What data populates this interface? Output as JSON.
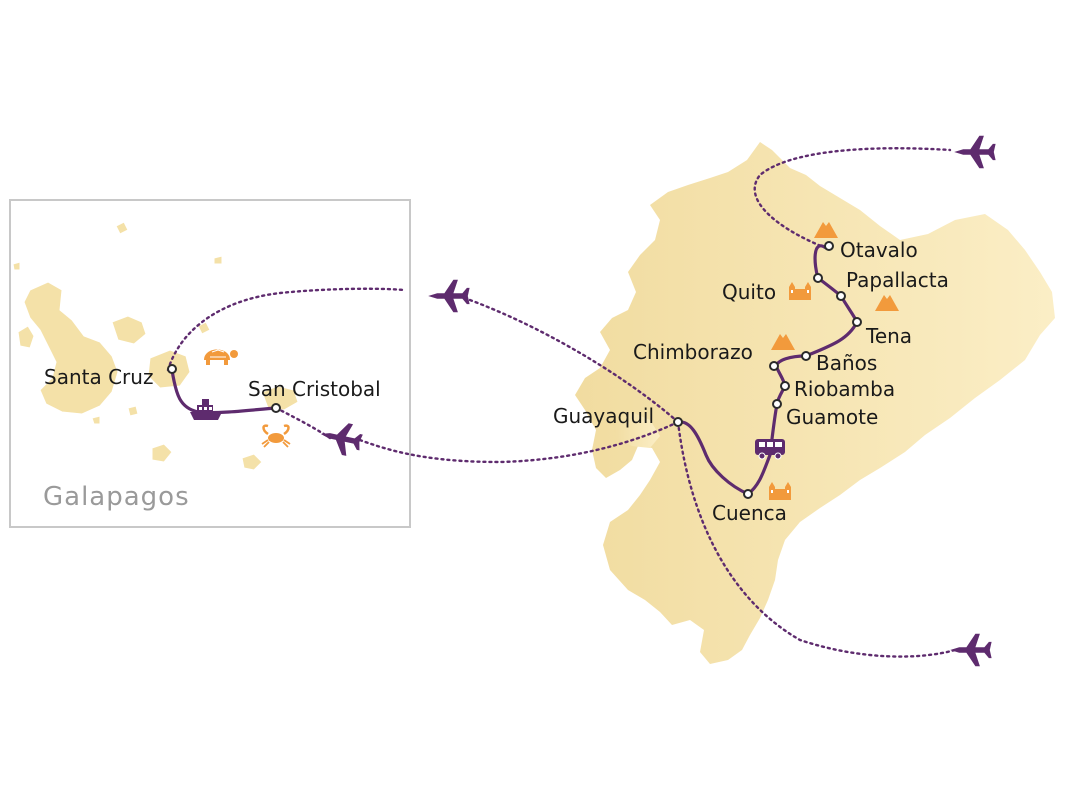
{
  "inset": {
    "title": "Galapagos"
  },
  "cities": {
    "otavalo": "Otavalo",
    "quito": "Quito",
    "papallacta": "Papallacta",
    "tena": "Tena",
    "chimborazo": "Chimborazo",
    "banos": "Baños",
    "riobamba": "Riobamba",
    "guamote": "Guamote",
    "guayaquil": "Guayaquil",
    "cuenca": "Cuenca",
    "santa_cruz": "Santa Cruz",
    "san_cristobal": "San Cristobal"
  },
  "colors": {
    "route": "#5e2b6e",
    "land": "#f6e3ad",
    "icons": "#f29a3c",
    "inset_border": "#c8c8c8"
  },
  "icons": [
    "plane-icon",
    "bus-icon",
    "boat-icon",
    "tortoise-icon",
    "crab-icon",
    "volcano-icon",
    "church-icon"
  ]
}
